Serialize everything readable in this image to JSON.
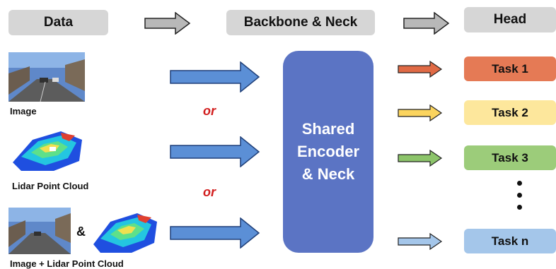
{
  "headers": {
    "data": "Data",
    "backbone": "Backbone & Neck",
    "head": "Head"
  },
  "inputs": {
    "image_caption": "Image",
    "lidar_caption": "Lidar Point Cloud",
    "combined_caption": "Image + Lidar Point Cloud",
    "or_label": "or",
    "and_symbol": "&"
  },
  "encoder": {
    "line1": "Shared",
    "line2": "Encoder",
    "line3": "& Neck"
  },
  "tasks": [
    {
      "label": "Task 1",
      "color": "#e57a55"
    },
    {
      "label": "Task 2",
      "color": "#fde79c"
    },
    {
      "label": "Task 3",
      "color": "#9ccc7a"
    },
    {
      "label": "Task n",
      "color": "#a4c6ea"
    }
  ],
  "colors": {
    "header_bg": "#d6d6d6",
    "encoder": "#5b74c4",
    "input_arrow": "#5b8fd6",
    "or_text": "#d21e1e",
    "arrow_task1": "#e06a45",
    "arrow_task2": "#fbd45e",
    "arrow_task3": "#8cc46a",
    "arrow_taskn": "#a4c6ea"
  }
}
